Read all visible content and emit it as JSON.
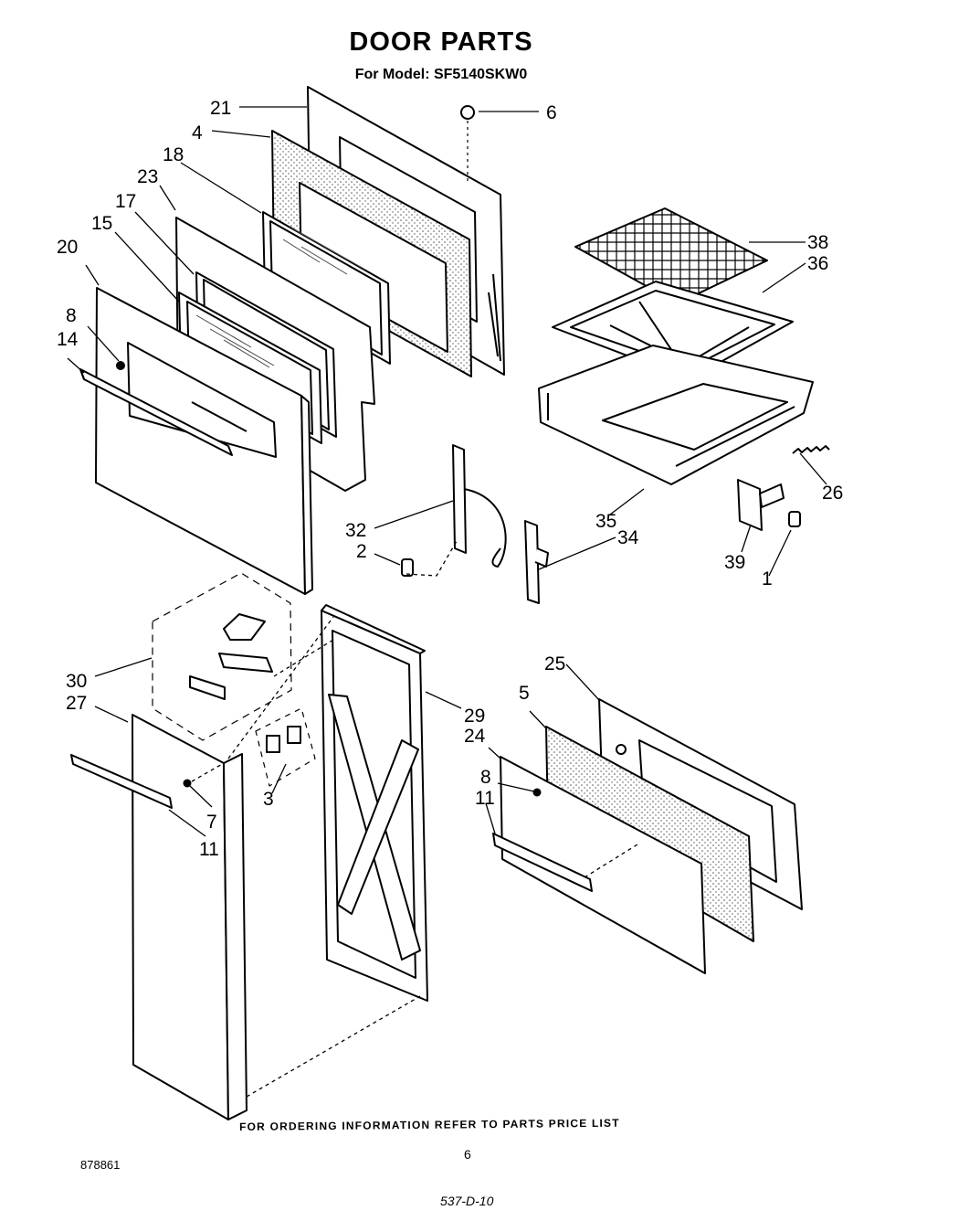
{
  "header": {
    "title": "DOOR PARTS",
    "subtitle": "For Model: SF5140SKW0"
  },
  "callouts": [
    "21",
    "4",
    "6",
    "18",
    "23",
    "17",
    "15",
    "20",
    "8",
    "14",
    "38",
    "36",
    "32",
    "2",
    "34",
    "35",
    "26",
    "39",
    "1",
    "30",
    "27",
    "29",
    "25",
    "5",
    "24",
    "8",
    "11",
    "7",
    "11",
    "3"
  ],
  "footer": {
    "ordering_note": "FOR ORDERING INFORMATION REFER TO PARTS PRICE LIST",
    "page_number": "6",
    "document_id": "878861",
    "handwritten_code": "537-D-10"
  }
}
